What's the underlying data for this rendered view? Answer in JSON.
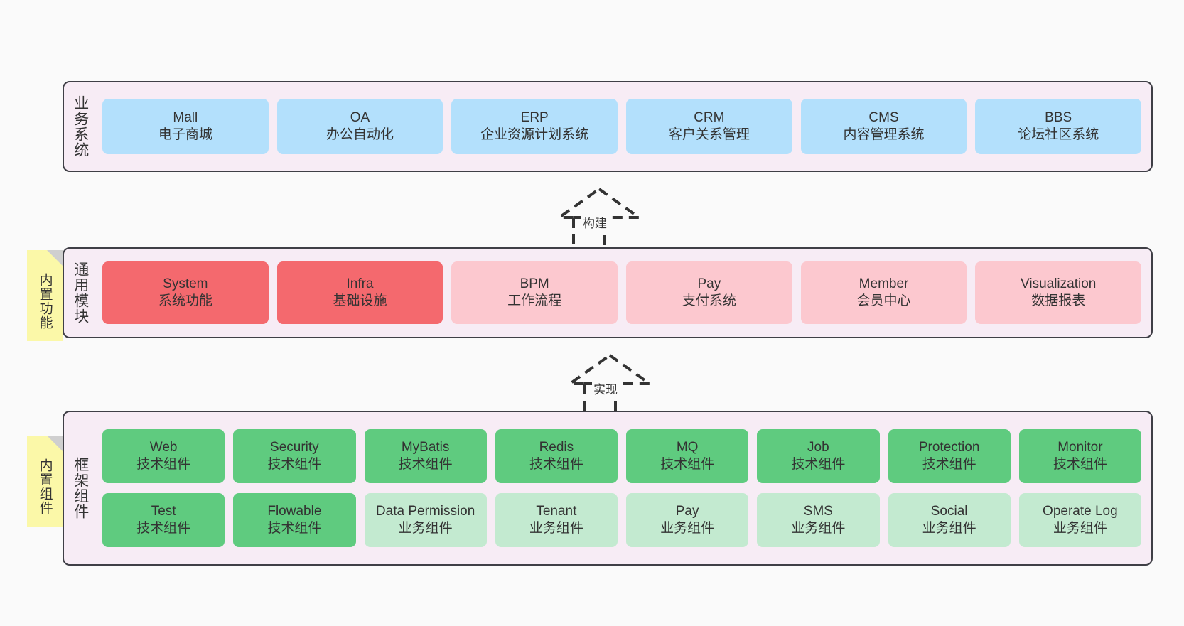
{
  "diagram": {
    "background_color": "#fafafa",
    "band_color": "#f7ecf5",
    "band_border_color": "#3f3f46",
    "note_color": "#fbf8a8"
  },
  "layers": [
    {
      "key": "business",
      "label": "业务系统",
      "card_color": "#b3e0fc",
      "cards": [
        {
          "title": "Mall",
          "sub": "电子商城"
        },
        {
          "title": "OA",
          "sub": "办公自动化"
        },
        {
          "title": "ERP",
          "sub": "企业资源计划系统"
        },
        {
          "title": "CRM",
          "sub": "客户关系管理"
        },
        {
          "title": "CMS",
          "sub": "内容管理系统"
        },
        {
          "title": "BBS",
          "sub": "论坛社区系统"
        }
      ]
    },
    {
      "key": "common",
      "label": "通用模块",
      "note": "内置功能",
      "card_color_strong": "#f4696e",
      "card_color_light": "#fcc8cf",
      "cards": [
        {
          "title": "System",
          "sub": "系统功能",
          "tone": "red"
        },
        {
          "title": "Infra",
          "sub": "基础设施",
          "tone": "red"
        },
        {
          "title": "BPM",
          "sub": "工作流程",
          "tone": "pink"
        },
        {
          "title": "Pay",
          "sub": "支付系统",
          "tone": "pink"
        },
        {
          "title": "Member",
          "sub": "会员中心",
          "tone": "pink"
        },
        {
          "title": "Visualization",
          "sub": "数据报表",
          "tone": "pink"
        }
      ]
    },
    {
      "key": "framework",
      "label": "框架组件",
      "note": "内置组件",
      "card_color_strong": "#5fcb7f",
      "card_color_light": "#c3ead0",
      "row1": [
        {
          "title": "Web",
          "sub": "技术组件",
          "tone": "green"
        },
        {
          "title": "Security",
          "sub": "技术组件",
          "tone": "green"
        },
        {
          "title": "MyBatis",
          "sub": "技术组件",
          "tone": "green"
        },
        {
          "title": "Redis",
          "sub": "技术组件",
          "tone": "green"
        },
        {
          "title": "MQ",
          "sub": "技术组件",
          "tone": "green"
        },
        {
          "title": "Job",
          "sub": "技术组件",
          "tone": "green"
        },
        {
          "title": "Protection",
          "sub": "技术组件",
          "tone": "green"
        },
        {
          "title": "Monitor",
          "sub": "技术组件",
          "tone": "green"
        }
      ],
      "row2": [
        {
          "title": "Test",
          "sub": "技术组件",
          "tone": "green"
        },
        {
          "title": "Flowable",
          "sub": "技术组件",
          "tone": "green"
        },
        {
          "title": "Data Permission",
          "sub": "业务组件",
          "tone": "lgreen"
        },
        {
          "title": "Tenant",
          "sub": "业务组件",
          "tone": "lgreen"
        },
        {
          "title": "Pay",
          "sub": "业务组件",
          "tone": "lgreen"
        },
        {
          "title": "SMS",
          "sub": "业务组件",
          "tone": "lgreen"
        },
        {
          "title": "Social",
          "sub": "业务组件",
          "tone": "lgreen"
        },
        {
          "title": "Operate Log",
          "sub": "业务组件",
          "tone": "lgreen"
        }
      ]
    }
  ],
  "arrows": [
    {
      "key": "build",
      "label": "构建",
      "from": "common",
      "to": "business"
    },
    {
      "key": "implement",
      "label": "实现",
      "from": "framework",
      "to": "common"
    }
  ]
}
